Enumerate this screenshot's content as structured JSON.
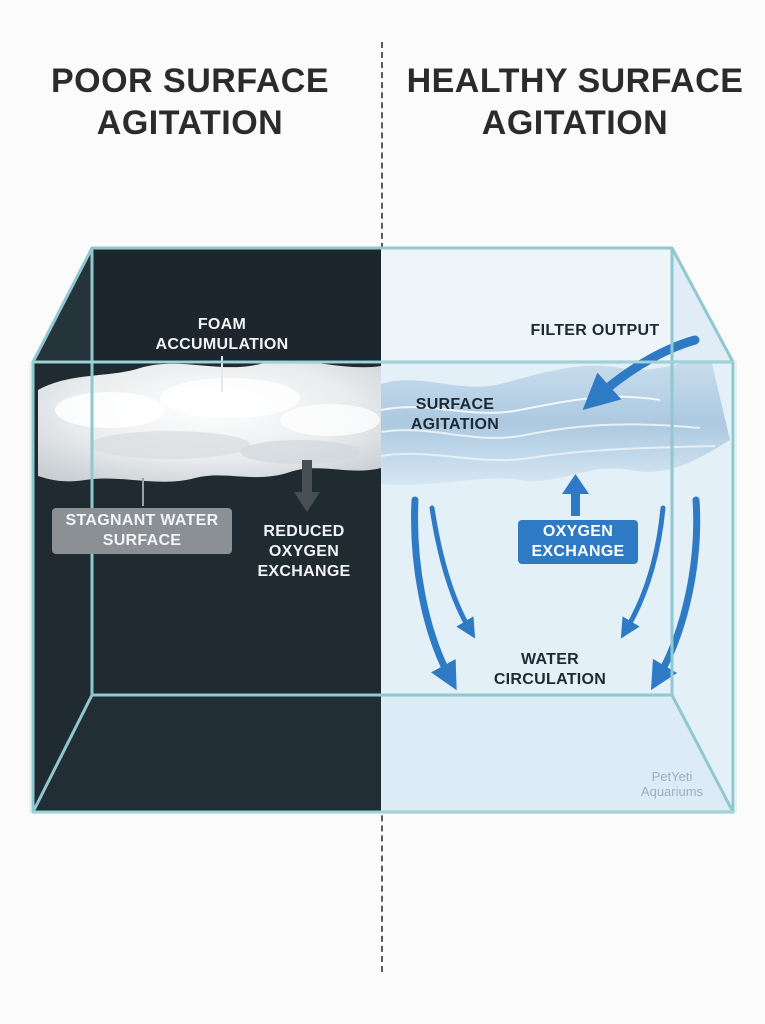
{
  "headings": {
    "left": "POOR SURFACE\nAGITATION",
    "right": "HEALTHY SURFACE\nAGITATION"
  },
  "left_panel": {
    "foam_label": "FOAM\nACCUMULATION",
    "stagnant_label": "STAGNANT WATER\nSURFACE",
    "reduced_label": "REDUCED\nOXYGEN\nEXCHANGE"
  },
  "right_panel": {
    "filter_label": "FILTER OUTPUT",
    "agitation_label": "SURFACE\nAGITATION",
    "oxygen_label": "OXYGEN\nEXCHANGE",
    "circulation_label": "WATER\nCIRCULATION"
  },
  "watermark": "PetYeti\nAquariums",
  "colors": {
    "dark_water": "#1f2a31",
    "light_water": "#e6f2fa",
    "accent_blue": "#2f7ac4",
    "glass": "#8fc9cf"
  }
}
